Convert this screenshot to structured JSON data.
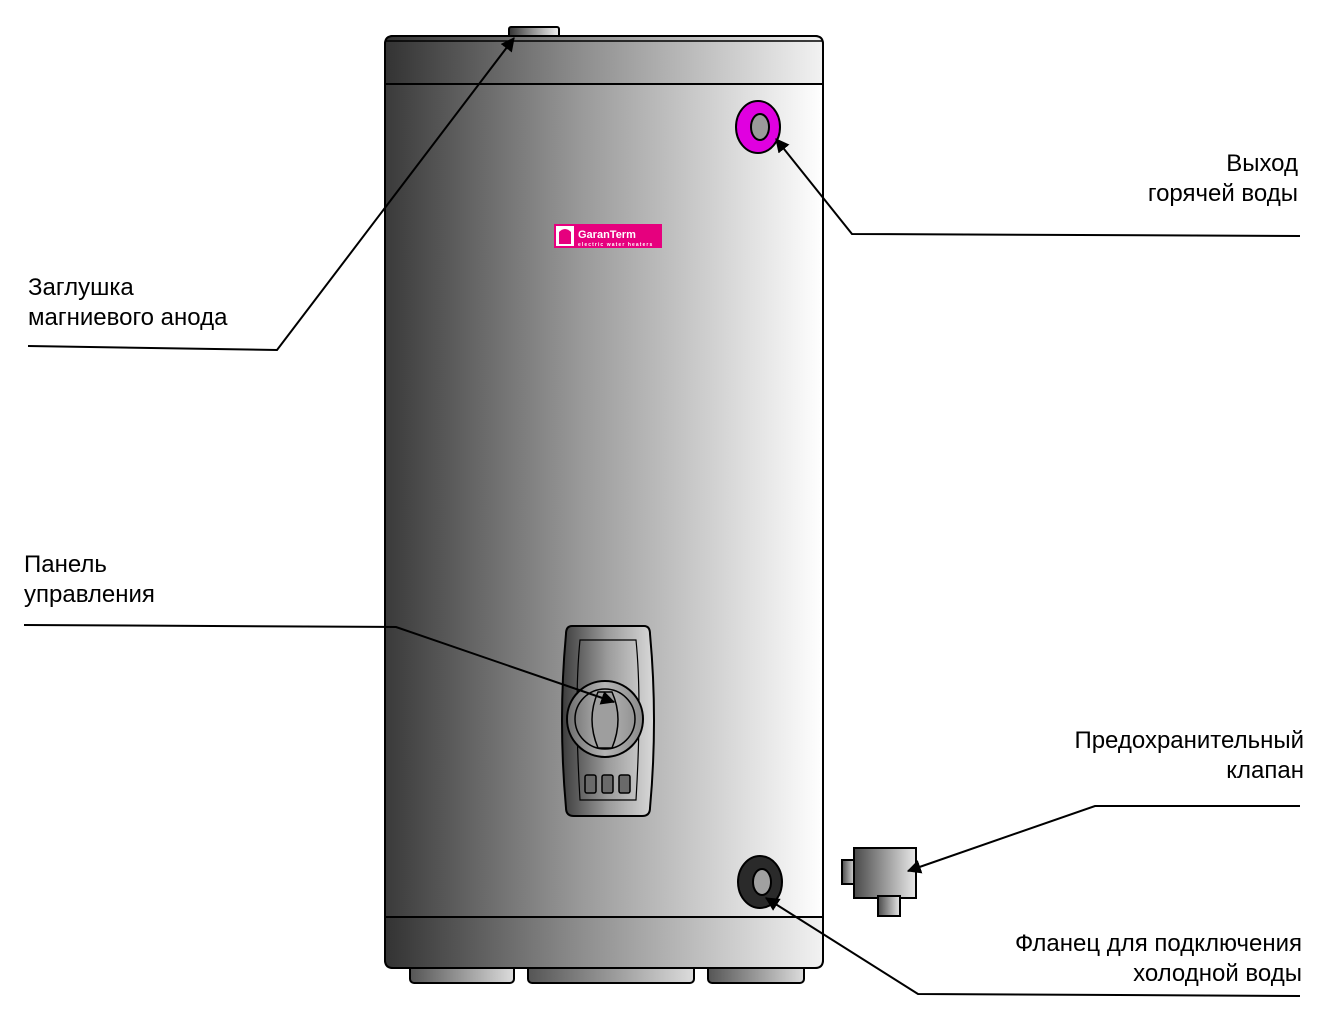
{
  "brand": {
    "name": "GaranTerm",
    "tagline": "electric water heaters",
    "color": "#e6007e"
  },
  "labels": {
    "anode_cap": [
      "Заглушка",
      "магниевого анода"
    ],
    "hot_outlet": [
      "Выход",
      "горячей воды"
    ],
    "control_panel": [
      "Панель",
      "управления"
    ],
    "safety_valve": [
      "Предохранительный",
      "клапан"
    ],
    "cold_flange": [
      "Фланец для подключения",
      "холодной воды"
    ]
  },
  "colors": {
    "hot_outlet_ring": "#e000e0",
    "cold_inlet_ring": "#2a2a2a",
    "body_dark": "#3a3a3a",
    "body_light": "#ffffff",
    "outline": "#000000"
  }
}
